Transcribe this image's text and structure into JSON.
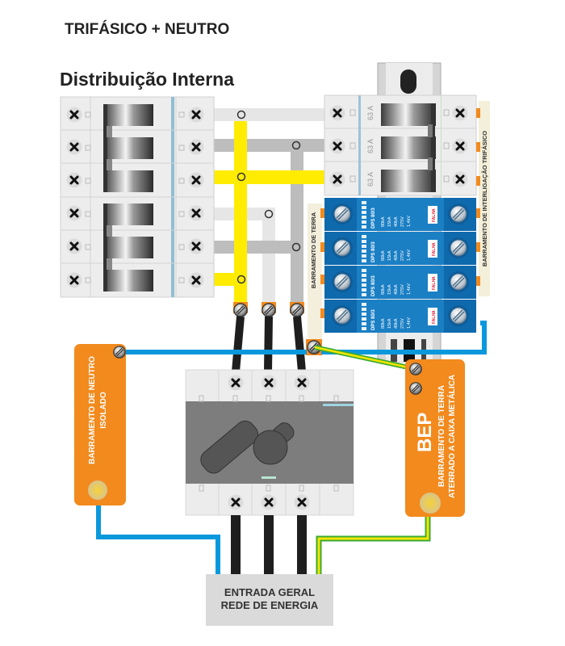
{
  "header": {
    "title": "TRIFÁSICO + NEUTRO",
    "subtitle": "Distribuição Interna"
  },
  "colors": {
    "phase_white": "#e6e6e6",
    "phase_gray": "#bdbdbd",
    "phase_yellow": "#ffec00",
    "neutral_blue": "#0a98dc",
    "earth_green": "#3aaa35",
    "earth_yellow": "#f4e500",
    "busbar_orange": "#f28a1e",
    "dps_blue": "#1b7fc4",
    "feed_black": "#1e1e1e",
    "switch_body": "#7d7d7d"
  },
  "labels": {
    "barramento_terra": "BARRAMENTO DE TERRA",
    "barramento_interligacao": "BARRAMENTO DE INTERLIGAÇÃO TRIFÁSICO",
    "barramento_neutro_l1": "BARRAMENTO DE NEUTRO",
    "barramento_neutro_l2": "ISOLADO",
    "bep": "BEP",
    "bep_l1": "BARRAMENTO DE TERRA",
    "bep_l2": "ATERRADO A CAIXA METÁLICA",
    "entrada_l1": "ENTRADA GERAL",
    "entrada_l2": "REDE  DE ENERGIA"
  },
  "main_breaker": {
    "rating": "63 A",
    "poles": 3
  },
  "branch_breakers": {
    "count": 2,
    "poles_each": 3
  },
  "dps": {
    "count": 4,
    "model": "DPS 80/3",
    "specs": [
      "80kA",
      "15kA",
      "40kA",
      "275V",
      "1,4kV"
    ],
    "indicator": "FALHA"
  }
}
